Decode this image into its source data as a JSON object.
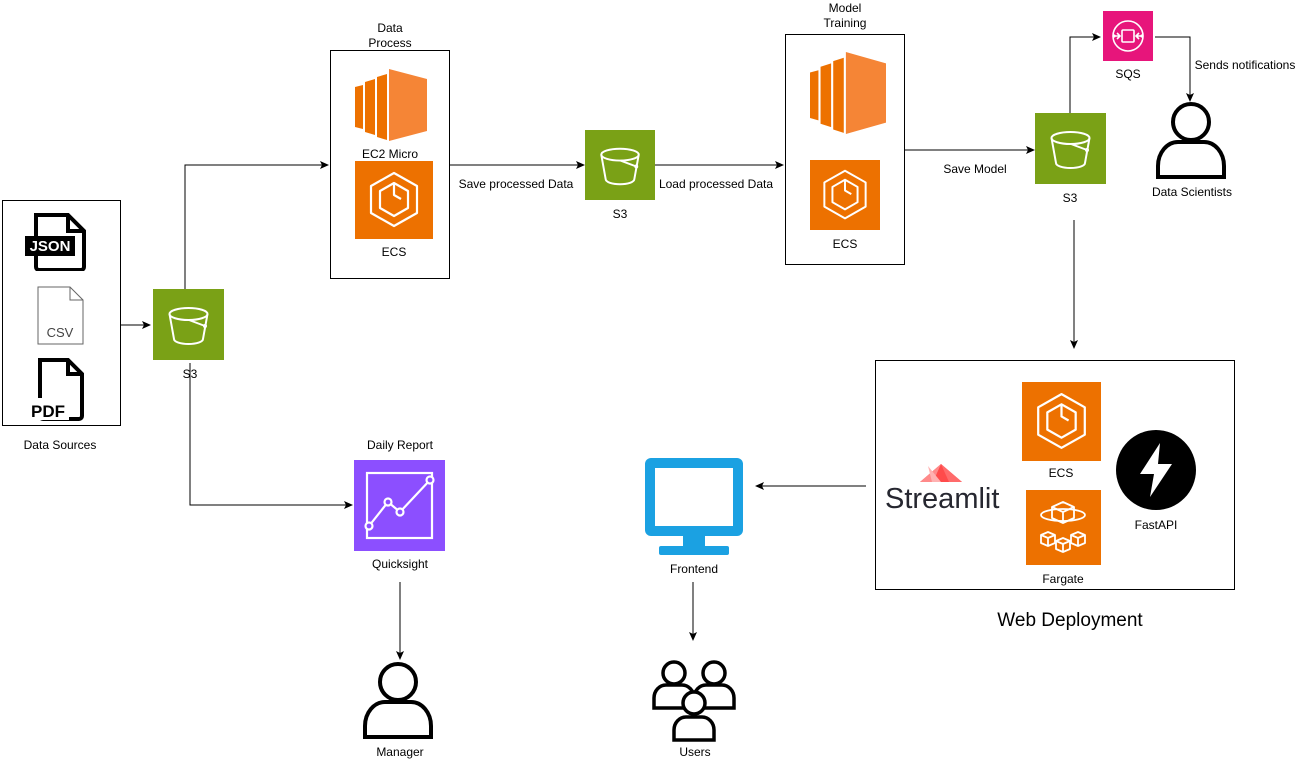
{
  "sources": {
    "label": "Data Sources",
    "json_text": "JSON",
    "csv_text": "CSV",
    "pdf_text": "PDF"
  },
  "s3_main": {
    "label": "S3"
  },
  "data_process": {
    "title": "Data\nProcess",
    "title_line1": "Data",
    "title_line2": "Process",
    "ec2_label": "EC2 Micro",
    "ecs_label": "ECS"
  },
  "edges": {
    "save_processed": "Save processed Data",
    "load_processed": "Load processed Data",
    "save_model": "Save Model",
    "sends_notifications": "Sends notifications"
  },
  "s3_mid": {
    "label": "S3"
  },
  "model_training": {
    "title_line1": "Model",
    "title_line2": "Training",
    "ecs_label": "ECS"
  },
  "s3_model": {
    "label": "S3"
  },
  "sqs": {
    "label": "SQS"
  },
  "data_scientists": {
    "label": "Data Scientists"
  },
  "daily_report": {
    "title": "Daily Report",
    "quicksight_label": "Quicksight"
  },
  "manager": {
    "label": "Manager"
  },
  "frontend": {
    "label": "Frontend"
  },
  "users": {
    "label": "Users"
  },
  "web_deployment": {
    "title": "Web Deployment",
    "streamlit_text": "Streamlit",
    "ecs_label": "ECS",
    "fargate_label": "Fargate",
    "fastapi_label": "FastAPI"
  },
  "colors": {
    "s3_green": "#7AA116",
    "ec2_orange": "#ED7100",
    "sqs_pink": "#E7157B",
    "quicksight_purple": "#8C4FFF",
    "monitor_blue": "#1BA1E2",
    "streamlit_red": "#FF4B4B"
  }
}
